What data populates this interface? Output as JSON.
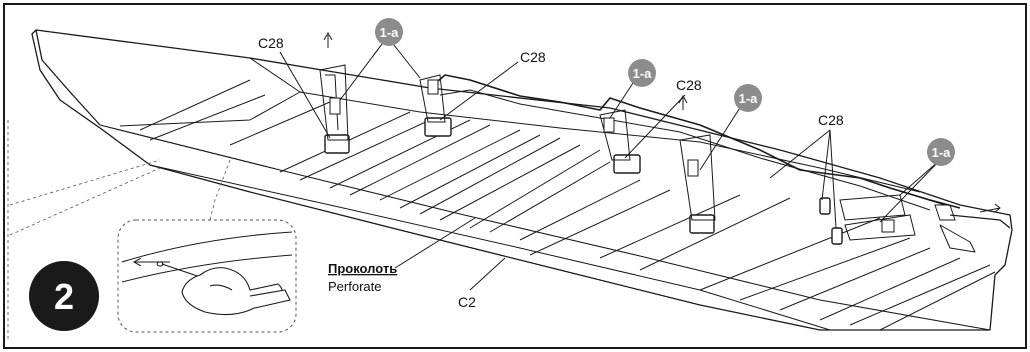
{
  "step": {
    "number": "2"
  },
  "labels": {
    "part_c28": "C28",
    "part_c2": "C2",
    "badge_1a": "1-a",
    "perforate_ru": "Проколоть",
    "perforate_en": "Perforate"
  },
  "colors": {
    "line": "#1a1a1a",
    "badge": "#8c8c8c",
    "step_circle": "#1a1a1a"
  }
}
